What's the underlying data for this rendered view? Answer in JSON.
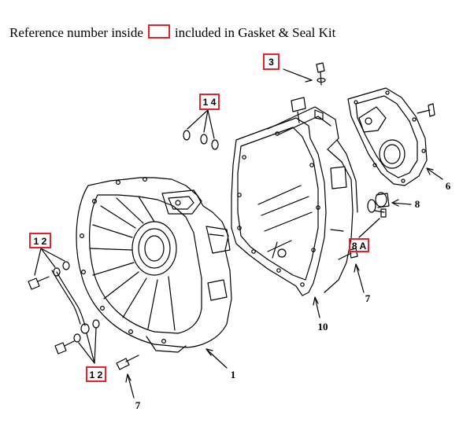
{
  "legend": {
    "text_before": "Reference number inside",
    "text_after": "included in Gasket & Seal Kit",
    "box_color": "#e8202a"
  },
  "callouts": {
    "c1": "1",
    "c6": "6",
    "c7a": "7",
    "c7b": "7",
    "c8": "8",
    "c10": "10"
  },
  "kit_callouts": {
    "k3": "3",
    "k14": "1 4",
    "k8a": "8 A",
    "k12a": "1 2",
    "k12b": "1 2"
  }
}
